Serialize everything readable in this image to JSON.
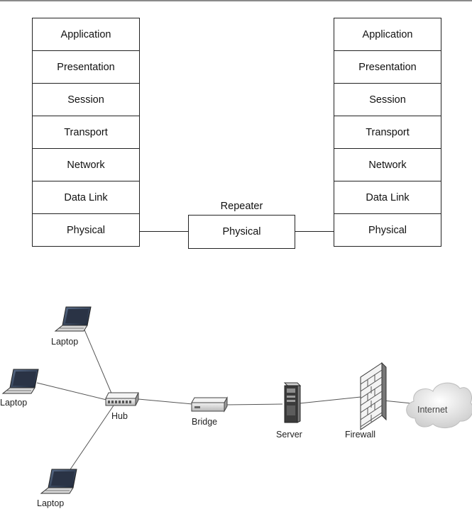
{
  "osi_left": {
    "layers": [
      "Application",
      "Presentation",
      "Session",
      "Transport",
      "Network",
      "Data Link",
      "Physical"
    ]
  },
  "osi_right": {
    "layers": [
      "Application",
      "Presentation",
      "Session",
      "Transport",
      "Network",
      "Data  Link",
      "Physical"
    ]
  },
  "repeater": {
    "title": "Repeater",
    "layer": "Physical"
  },
  "network": {
    "laptop_top": "Laptop",
    "laptop_middle": "Laptop",
    "laptop_bottom": "Laptop",
    "hub": "Hub",
    "bridge": "Bridge",
    "server": "Server",
    "firewall": "Firewall",
    "internet": "Internet"
  }
}
